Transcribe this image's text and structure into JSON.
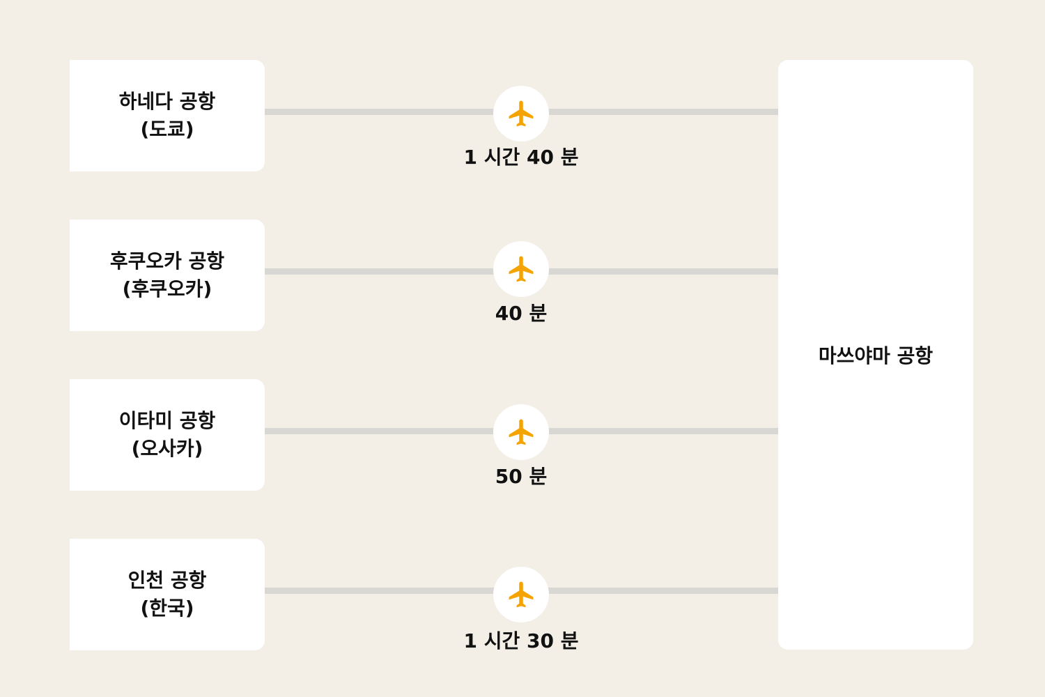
{
  "accent_color": "#f5a300",
  "destination": {
    "label": "마쓰야마 공항"
  },
  "routes": [
    {
      "origin_line1": "하네다 공항",
      "origin_line2": "(도쿄)",
      "duration": "1 시간 40 분",
      "icon": "airplane-icon"
    },
    {
      "origin_line1": "후쿠오카 공항",
      "origin_line2": "(후쿠오카)",
      "duration": "40 분",
      "icon": "airplane-icon"
    },
    {
      "origin_line1": "이타미 공항",
      "origin_line2": "(오사카)",
      "duration": "50 분",
      "icon": "airplane-icon"
    },
    {
      "origin_line1": "인천 공항",
      "origin_line2": "(한국)",
      "duration": "1 시간 30 분",
      "icon": "airplane-icon"
    }
  ]
}
